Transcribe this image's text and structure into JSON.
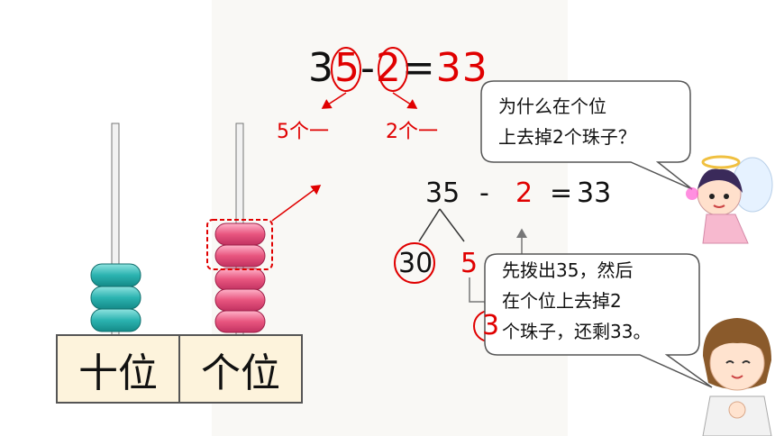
{
  "equation_top": {
    "a1": "3",
    "a2": "5",
    "op": "-",
    "b": "2",
    "eq": "=",
    "result": "33"
  },
  "labels": {
    "ones_5": "5个一",
    "ones_2": "2个一"
  },
  "equation_mid": {
    "a": "35",
    "op": "-",
    "b": "2",
    "eq": "=",
    "result": "33"
  },
  "split": {
    "tens": "30",
    "ones": "5",
    "result_ones": "3"
  },
  "bubble_question": {
    "line1": "为什么在个位",
    "line2": "上去掉2个珠子？"
  },
  "bubble_answer": {
    "line1": "先拨出35，然后",
    "line2": "在个位上去掉2",
    "line3": "个珠子，还剩33。"
  },
  "abacus": {
    "tens_label": "十位",
    "ones_label": "个位",
    "tens_beads": 3,
    "ones_beads": 5,
    "removed_beads": 2,
    "tens_color": "#2bb3b0",
    "ones_color": "#e8557f"
  }
}
